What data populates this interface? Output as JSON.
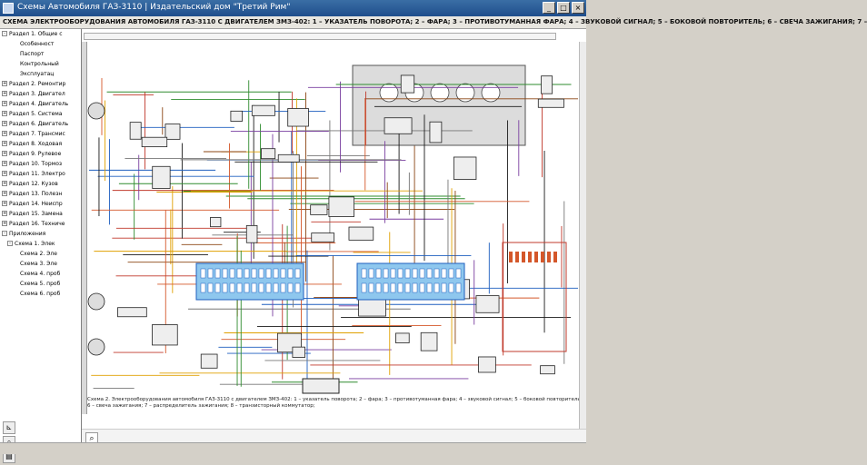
{
  "window": {
    "title": "Схемы Автомобиля ГАЗ-3110 | Издательский дом \"Третий Рим\"",
    "controls": [
      "_",
      "□",
      "×"
    ]
  },
  "header": {
    "text": "СХЕМА ЭЛЕКТРООБОРУДОВАНИЯ АВТОМОБИЛЯ ГАЗ-3110 С ДВИГАТЕЛЕМ ЗМЗ-402: 1 – УКАЗАТЕЛЬ ПОВОРОТА; 2 – ФАРА; 3 – ПРОТИВОТУМАННАЯ ФАРА; 4 – ЗВУКОВОЙ СИГНАЛ; 5 – БОКОВОЙ ПОВТОРИТЕЛЬ; 6 – СВЕЧА ЗАЖИГАНИЯ; 7 –"
  },
  "sidebar": {
    "items": [
      {
        "label": "Раздел 1. Общие с",
        "indent": 1,
        "expander": "-"
      },
      {
        "label": "Особенност",
        "indent": 3,
        "expander": ""
      },
      {
        "label": "Паспорт",
        "indent": 3,
        "expander": ""
      },
      {
        "label": "Контрольный",
        "indent": 3,
        "expander": ""
      },
      {
        "label": "Эксплуатац",
        "indent": 3,
        "expander": ""
      },
      {
        "label": "Раздел 2. Ремонтир",
        "indent": 1,
        "expander": "+"
      },
      {
        "label": "Раздел 3. Двигател",
        "indent": 1,
        "expander": "+"
      },
      {
        "label": "Раздел 4. Двигатель",
        "indent": 1,
        "expander": "+"
      },
      {
        "label": "Раздел 5. Система",
        "indent": 1,
        "expander": "+"
      },
      {
        "label": "Раздел 6. Двигатель",
        "indent": 1,
        "expander": "+"
      },
      {
        "label": "Раздел 7. Трансмис",
        "indent": 1,
        "expander": "+"
      },
      {
        "label": "Раздел 8. Ходовая",
        "indent": 1,
        "expander": "+"
      },
      {
        "label": "Раздел 9. Рулевое",
        "indent": 1,
        "expander": "+"
      },
      {
        "label": "Раздел 10. Тормоз",
        "indent": 1,
        "expander": "+"
      },
      {
        "label": "Раздел 11. Электро",
        "indent": 1,
        "expander": "+"
      },
      {
        "label": "Раздел 12. Кузов",
        "indent": 1,
        "expander": "+"
      },
      {
        "label": "Раздел 13. Полезн",
        "indent": 1,
        "expander": "+"
      },
      {
        "label": "Раздел 14. Неиспр",
        "indent": 1,
        "expander": "+"
      },
      {
        "label": "Раздел 15. Замена",
        "indent": 1,
        "expander": "+"
      },
      {
        "label": "Раздел 16. Техниче",
        "indent": 1,
        "expander": "+"
      },
      {
        "label": "Приложения",
        "indent": 1,
        "expander": "-"
      },
      {
        "label": "Схема 1. Элек",
        "indent": 2,
        "expander": "-"
      },
      {
        "label": "Схема 2. Эле",
        "indent": 3,
        "expander": ""
      },
      {
        "label": "Схема 3. Эле",
        "indent": 3,
        "expander": ""
      },
      {
        "label": "Схема 4. проб",
        "indent": 3,
        "expander": ""
      },
      {
        "label": "Схема 5. проб",
        "indent": 3,
        "expander": ""
      },
      {
        "label": "Схема 6. проб",
        "indent": 3,
        "expander": ""
      }
    ],
    "tools": [
      "ruler-icon",
      "search-icon",
      "print-icon"
    ]
  },
  "caption": "Схема 2. Электрооборудования автомобиля ГАЗ-3110 с двигателем ЗМЗ-402: 1 – указатель поворота; 2 – фара; 3 – противотуманная фара; 4 – звуковой сигнал; 5 – боковой повторитель; 6 – свеча зажигания; 7 – распределитель зажигания; 8 – транзисторный коммутатор;",
  "colors": {
    "wire_colors": [
      "#1a1a1a",
      "#c0392b",
      "#1f5fbf",
      "#2e8b2e",
      "#e0a000",
      "#8b4513",
      "#7a3fa0",
      "#d4572a",
      "#777777"
    ],
    "connector_fill": "#8ec7ee",
    "dashboard_fill": "#dcdcdc"
  }
}
